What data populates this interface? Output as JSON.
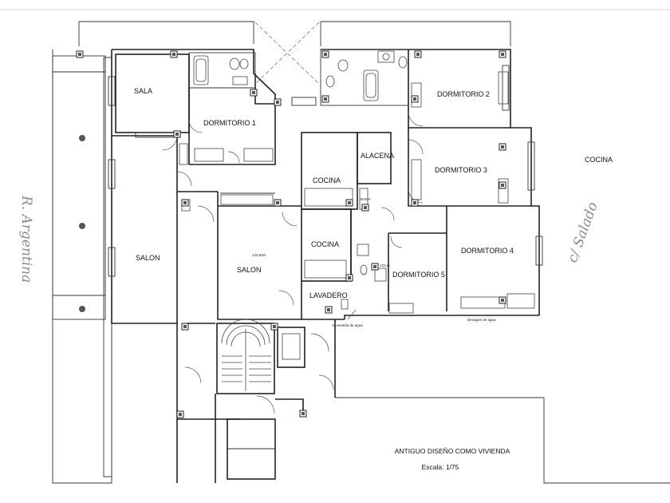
{
  "rooms": {
    "sala": "SALA",
    "dormitorio1": "DORMITORIO 1",
    "dormitorio2": "DORMITORIO 2",
    "dormitorio3": "DORMITORIO 3",
    "dormitorio4": "DORMITORIO 4",
    "dormitorio5": "DORMITORIO 5",
    "alacena": "ALACENA",
    "cocina_a": "COCINA",
    "cocina_b": "COCINA",
    "cocina_outside": "COCINA",
    "salon_left": "SALON",
    "salon_center": "SALON",
    "lavadero": "LAVADERO"
  },
  "notes": {
    "dimension": "143.60m",
    "acometida": "Acometida de agua",
    "desague": "Desagüe de agua",
    "note_small_a": "B.M.H",
    "note_small_b": "AGUA"
  },
  "streets": {
    "left": "R. Argentina",
    "right": "c/ Salado"
  },
  "title": {
    "line1": "ANTIGUO DISEÑO COMO VIVIENDA",
    "line2": "Escala: 1/75"
  }
}
